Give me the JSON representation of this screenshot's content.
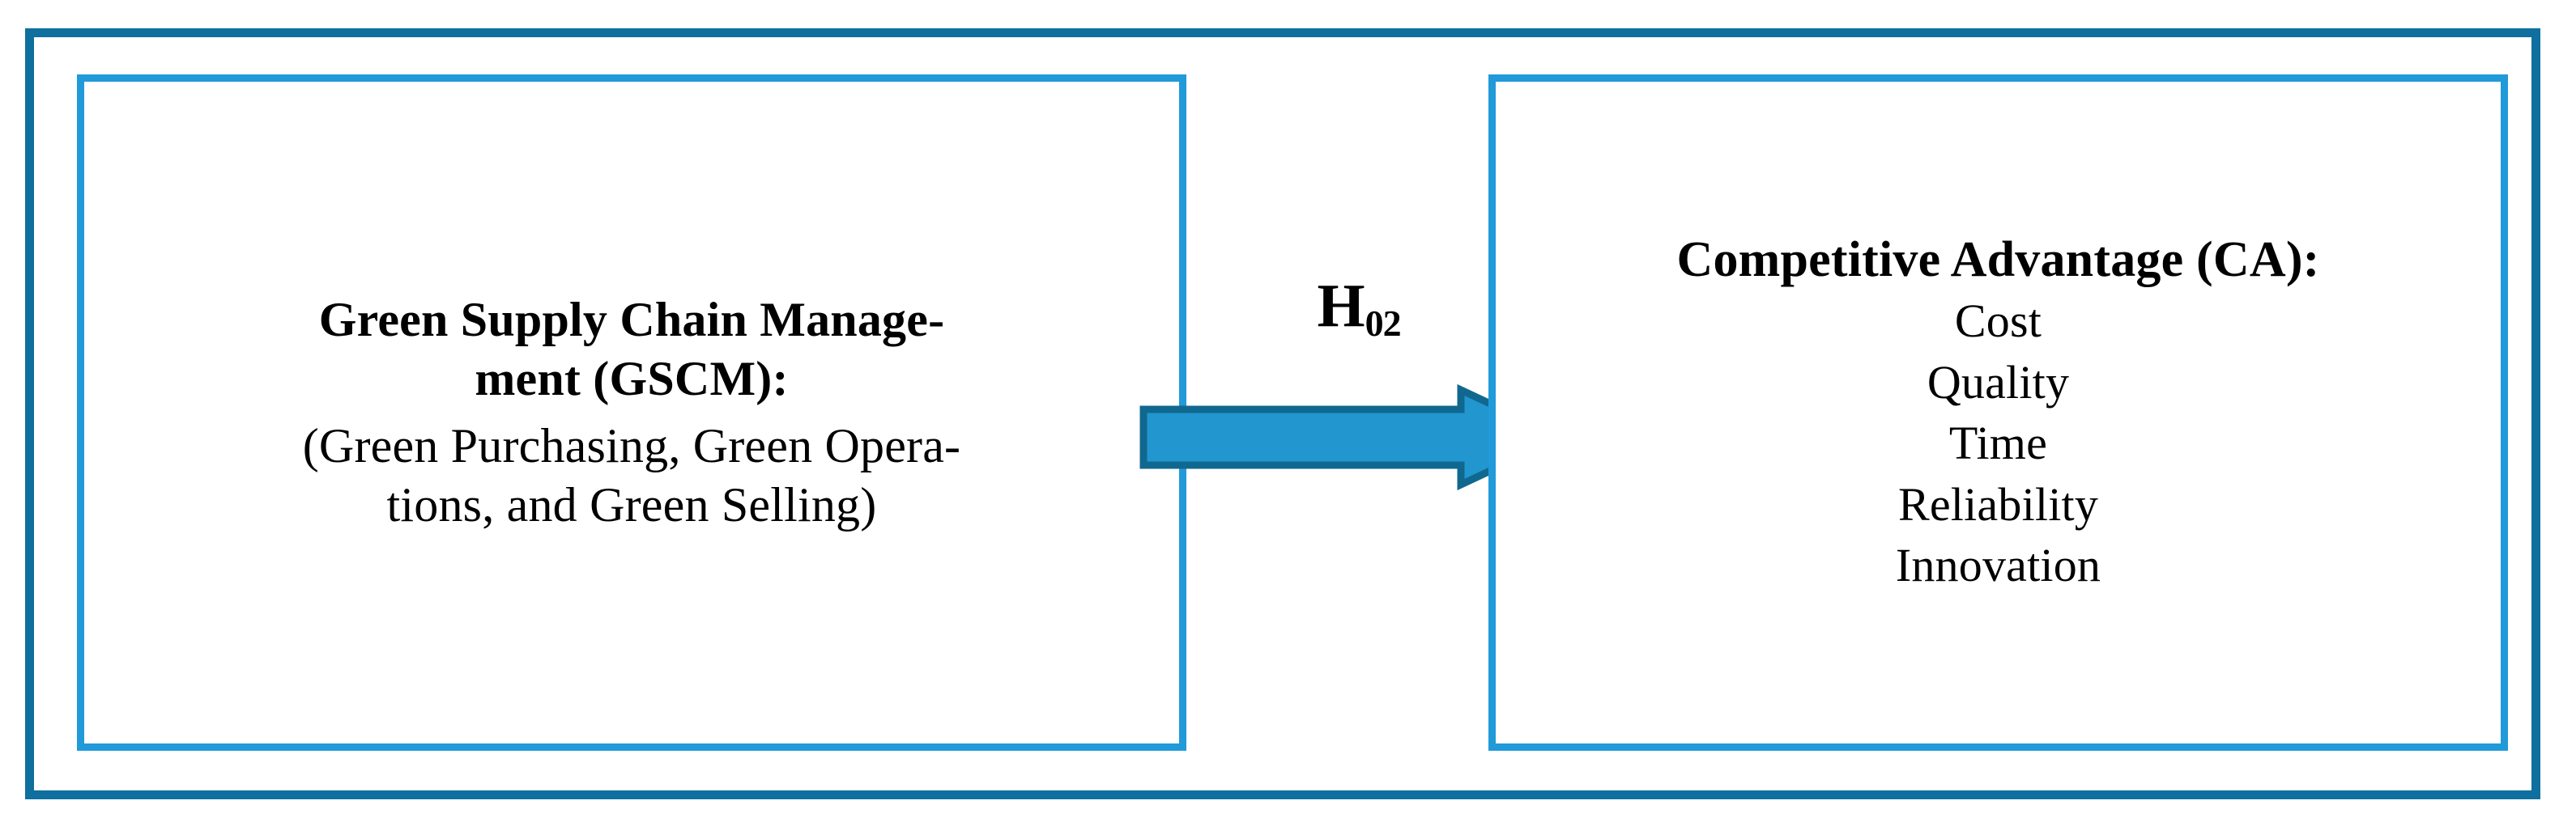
{
  "figure": {
    "type": "conceptual-research-model",
    "colors": {
      "outer_frame": "#0f6f9e",
      "box_border": "#219ad9",
      "arrow_fill": "#2196cf",
      "arrow_outline": "#10688f",
      "text": "#000000",
      "background": "#ffffff"
    }
  },
  "left_box": {
    "name": "Green Supply Chain Management",
    "abbreviation": "GSCM",
    "lines": [
      {
        "text": "Green Supply Chain Manage-",
        "weight": "bold"
      },
      {
        "text": "ment (GSCM):",
        "weight": "bold"
      },
      {
        "text": "(Green Purchasing, Green Opera-",
        "weight": "regular"
      },
      {
        "text": "tions, and Green Selling)",
        "weight": "regular"
      }
    ],
    "components": [
      "Green Purchasing",
      "Green Operations",
      "Green Selling"
    ]
  },
  "relationship": {
    "label_base": "H",
    "label_subscript": "02",
    "label_full": "H02",
    "direction": "left-to-right",
    "icon": "right-block-arrow"
  },
  "right_box": {
    "heading": "Competitive Advantage (CA):",
    "abbreviation": "CA",
    "items": [
      "Cost",
      "Quality",
      "Time",
      "Reliability",
      "Innovation"
    ]
  }
}
